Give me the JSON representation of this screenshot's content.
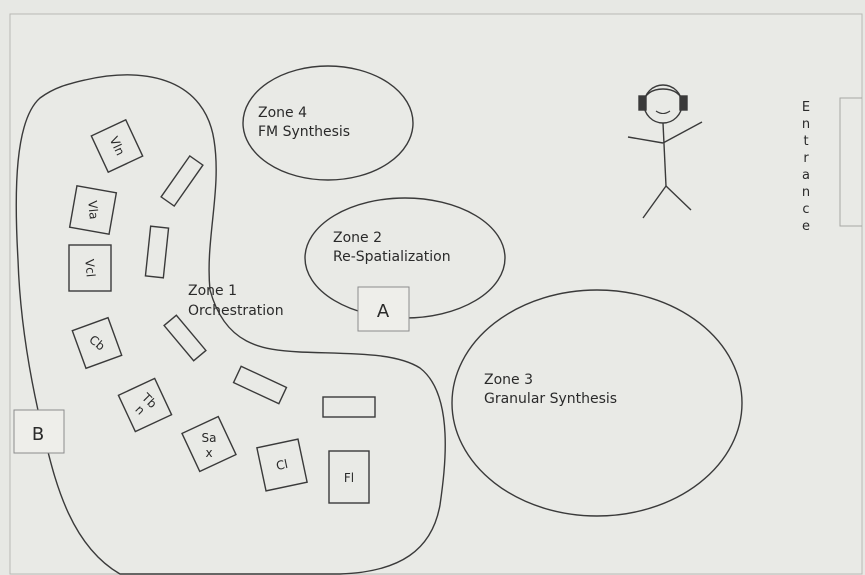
{
  "zones": {
    "zone1": {
      "name": "Zone 1",
      "subtitle": "Orchestration"
    },
    "zone2": {
      "name": "Zone 2",
      "subtitle": "Re-Spatialization"
    },
    "zone3": {
      "name": "Zone 3",
      "subtitle": "Granular Synthesis"
    },
    "zone4": {
      "name": "Zone 4",
      "subtitle": "FM Synthesis"
    }
  },
  "markers": {
    "a": "A",
    "b": "B"
  },
  "entrance": {
    "letters": [
      "E",
      "n",
      "t",
      "r",
      "a",
      "n",
      "c",
      "e"
    ]
  },
  "instruments": {
    "vln": "Vln",
    "vla": "Vla",
    "vcl": "Vcl",
    "cb": "Cb",
    "tbn_1": "Tb",
    "tbn_2": "n",
    "sax_1": "Sa",
    "sax_2": "x",
    "cl": "Cl",
    "fl": "Fl"
  },
  "colors": {
    "background": "#e7e8e4",
    "line": "#3a3a3a"
  }
}
